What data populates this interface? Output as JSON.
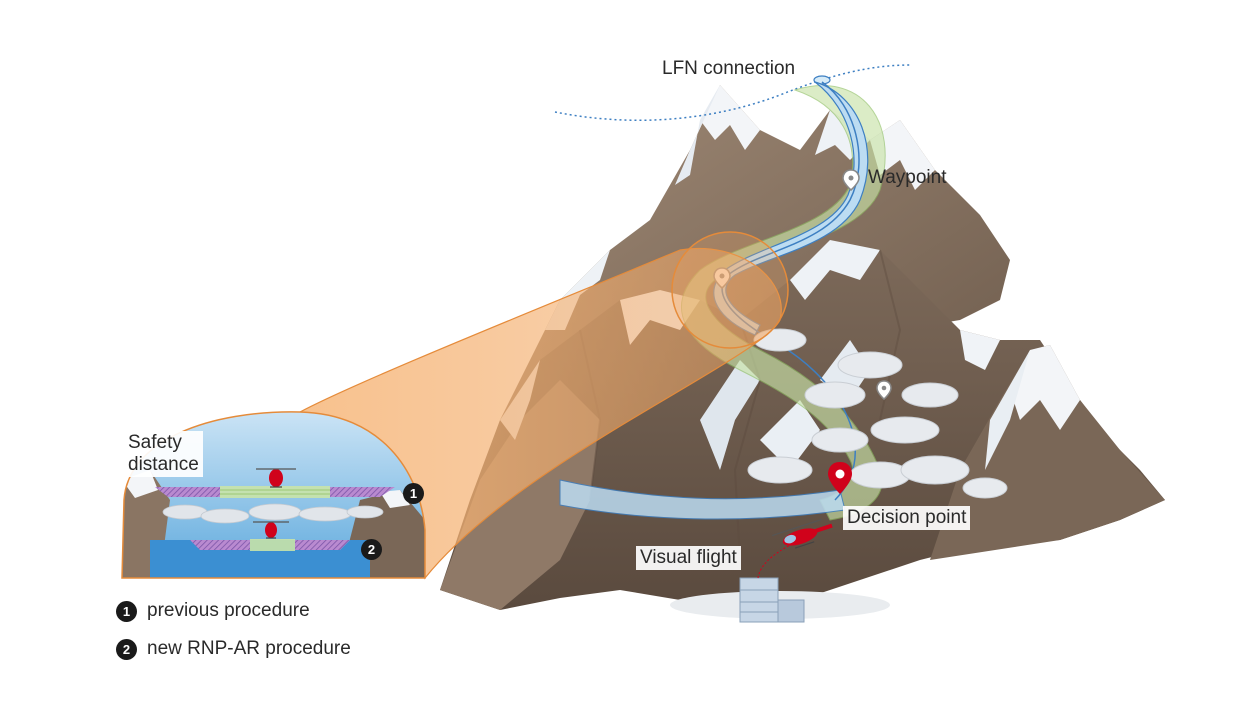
{
  "labels": {
    "lfn_connection": "LFN connection",
    "waypoint": "Waypoint",
    "decision_point": "Decision point",
    "visual_flight": "Visual flight",
    "safety_line1": "Safety",
    "safety_line2": "distance"
  },
  "markers": {
    "one": "1",
    "two": "2"
  },
  "legend": [
    {
      "number": "1",
      "text": "previous procedure"
    },
    {
      "number": "2",
      "text": "new RNP-AR procedure"
    }
  ],
  "colors": {
    "corridor_blue": "#bcdcf2",
    "route_line": "#3d7fc2",
    "corridor_green": "#c9e3a8",
    "magnifier_orange": "#f2a25e",
    "decision_red": "#d0021b",
    "rock": "#8a7563",
    "snow": "#f3f5f8"
  }
}
